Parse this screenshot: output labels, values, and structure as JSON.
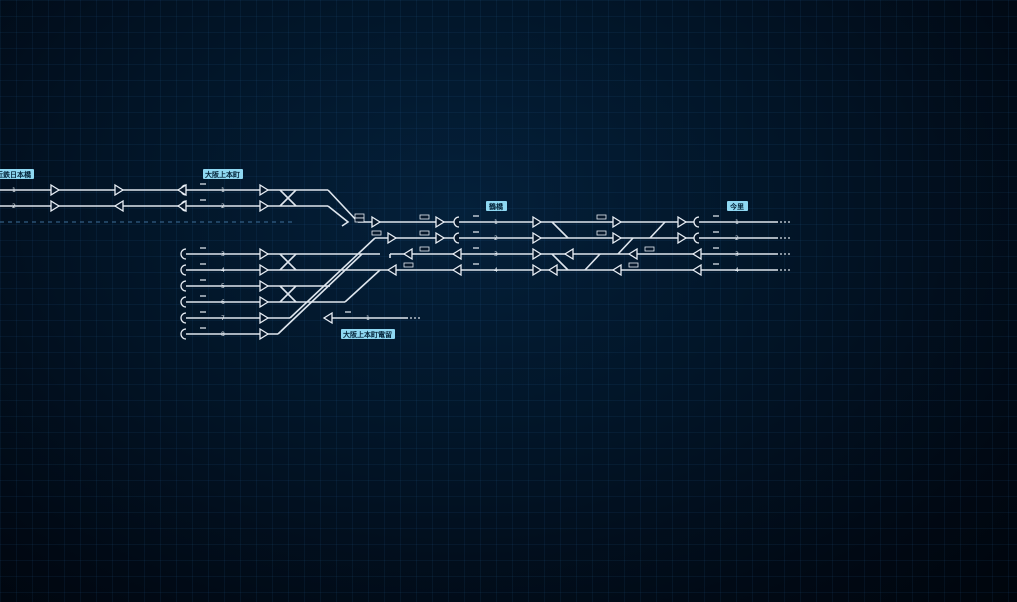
{
  "stations": {
    "nipponbashi": "近鉄日本橋",
    "uehommachi": "大阪上本町",
    "tsuruhashi": "鶴橋",
    "imazato": "今里",
    "uehommachi_underground": "大阪上本町電留"
  },
  "track_numbers": {
    "left": [
      "1",
      "2"
    ],
    "uehommachi": [
      "1",
      "2",
      "3",
      "4",
      "5",
      "6",
      "7",
      "8"
    ],
    "tsuruhashi": [
      "1",
      "2",
      "3",
      "4"
    ],
    "imazato": [
      "1",
      "2",
      "3",
      "4"
    ],
    "siding": [
      "1"
    ]
  },
  "colors": {
    "track": "#dfe6ee",
    "station_label_bg": "#8fd8f2",
    "station_label_text": "#04243a",
    "grid": "#286eaa"
  }
}
